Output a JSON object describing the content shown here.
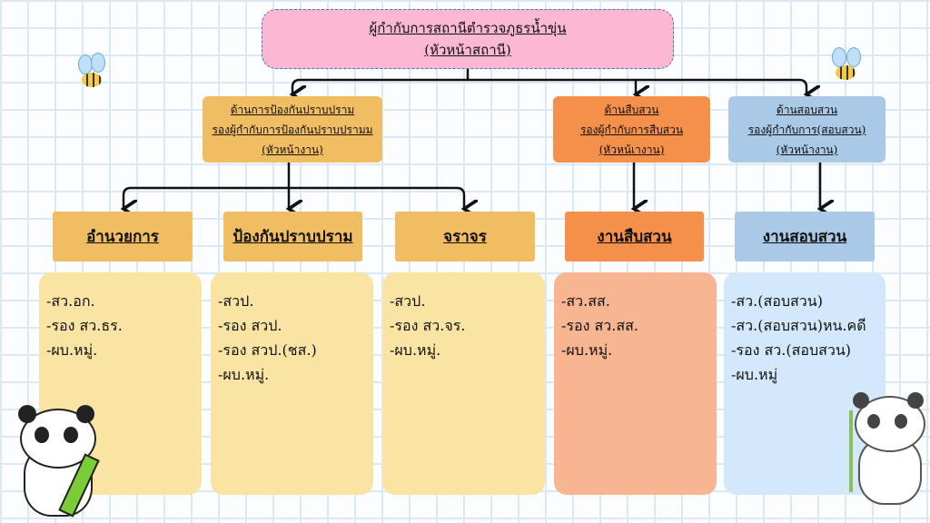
{
  "head": {
    "title": "ผู้กำกับการสถานีตำรวจภูธรน้ำขุ่น",
    "subtitle": "(หัวหน้าสถานี)"
  },
  "divisions": [
    {
      "line1": "ด้านการป้องกันปราบปราม",
      "line2": "รองผู้กำกับการป้องกันปราบปรามม",
      "line3": "(หัวหน้างาน)",
      "color": "#f0bd62"
    },
    {
      "line1": "ด้านสืบสวน",
      "line2": "รองผู้กำกับการสืบสวน",
      "line3": "(หัวหน้เางาน)",
      "color": "#f5904a"
    },
    {
      "line1": "ด้านสอบสวน",
      "line2": "รองผู้กำกับการ(สอบสวน)",
      "line3": "(หัวหน้างาน)",
      "color": "#a9c9e6"
    }
  ],
  "units": [
    {
      "name": "อำนวยการ",
      "items": [
        "-สว.อก.",
        "-รอง สว.ธร.",
        "-ผบ.หมู่."
      ]
    },
    {
      "name": "ป้องกันปราบปราม",
      "items": [
        "-สวป.",
        "-รอง สวป.",
        "-รอง สวป.(ชส.)",
        "-ผบ.หมู่."
      ]
    },
    {
      "name": "จราจร",
      "items": [
        "-สวป.",
        "-รอง สว.จร.",
        "-ผบ.หมู่."
      ]
    },
    {
      "name": "งานสืบสวน",
      "items": [
        "-สว.สส.",
        "-รอง สว.สส.",
        "-ผบ.หมู่."
      ]
    },
    {
      "name": "งานสอบสวน",
      "items": [
        "-สว.(สอบสวน)",
        "-สว.(สอบสวน)หน.คดี",
        "-รอง สว.(สอบสวน)",
        "-ผบ.หมู่"
      ]
    }
  ]
}
